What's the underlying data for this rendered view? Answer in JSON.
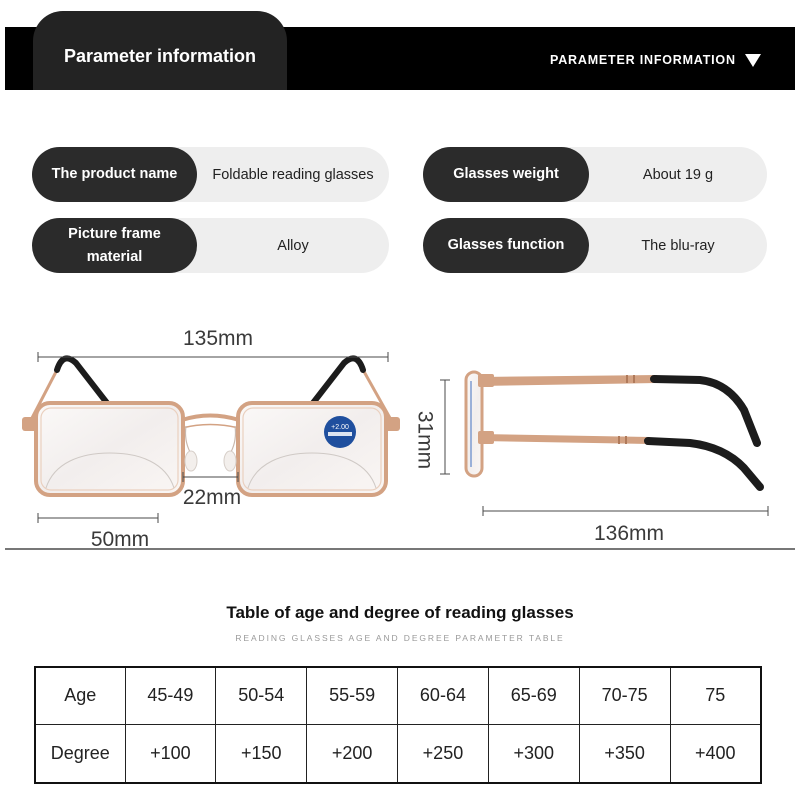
{
  "header": {
    "tab_title": "Parameter information",
    "right_title": "PARAMETER INFORMATION",
    "right_icon": "triangle-down-icon"
  },
  "params": [
    {
      "label": "The product name",
      "value": "Foldable reading glasses"
    },
    {
      "label": "Glasses weight",
      "value": "About 19 g"
    },
    {
      "label": "Picture frame material",
      "value": "Alloy"
    },
    {
      "label": "Glasses function",
      "value": "The blu-ray"
    }
  ],
  "dimensions": {
    "front_width": "135mm",
    "bridge_width": "22mm",
    "lens_width": "50mm",
    "lens_height": "31mm",
    "temple_length": "136mm"
  },
  "sticker": {
    "power": "+2.00"
  },
  "table": {
    "title": "Table of age and degree of reading glasses",
    "subtitle": "READING GLASSES AGE AND DEGREE PARAMETER TABLE",
    "rows": [
      {
        "label": "Age",
        "cells": [
          "45-49",
          "50-54",
          "55-59",
          "60-64",
          "65-69",
          "70-75",
          "75"
        ]
      },
      {
        "label": "Degree",
        "cells": [
          "+100",
          "+150",
          "+200",
          "+250",
          "+300",
          "+350",
          "+400"
        ]
      }
    ]
  },
  "colors": {
    "bar": "#000000",
    "tab": "#232323",
    "label_pill": "#2b2b2b",
    "value_pill": "#eeeeee",
    "frame": "#d3a283",
    "temple_tip": "#1c1c1c",
    "sticker": "#1f4f9e"
  }
}
